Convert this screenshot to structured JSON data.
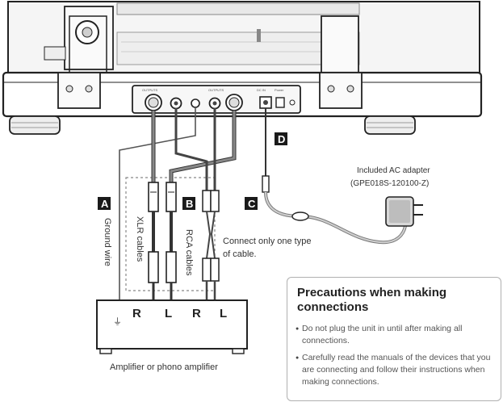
{
  "connector_labels": {
    "a": "A",
    "b": "B",
    "c": "C",
    "d": "D"
  },
  "ground_wire": "Ground wire",
  "xlr_cables": "XLR cables",
  "rca_cables": "RCA cables",
  "connect_note": "Connect only one type of cable.",
  "ac_adapter": {
    "line1": "Included AC adapter",
    "line2": "(GPE018S-120100-Z)"
  },
  "amp_label": "Amplifier or phono amplifier",
  "amp_channels": [
    "R",
    "L",
    "R",
    "L"
  ],
  "precautions": {
    "title": "Precautions when making connections",
    "items": [
      "Do not plug the unit in until after making all connections.",
      "Carefully read the manuals of the devices that you are connecting and follow their instructions when making connections."
    ]
  },
  "panel_labels": [
    "OUTPUTS",
    "OUTPUTS",
    "DC IN",
    "Power"
  ]
}
